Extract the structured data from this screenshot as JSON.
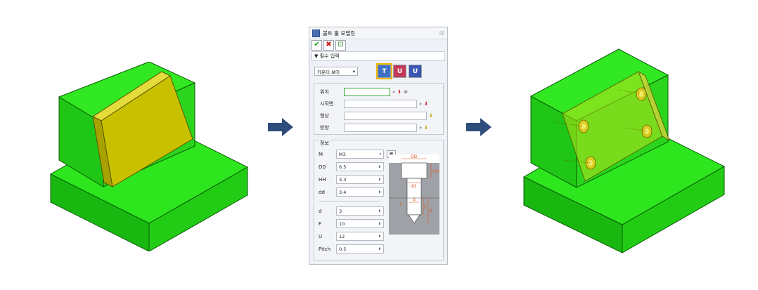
{
  "dialog": {
    "title": "볼트 홀 모델링",
    "close_glyph": "☒",
    "toolbar": {
      "ok_glyph": "✔",
      "cancel_glyph": "✖",
      "preview_glyph": "⊡"
    },
    "section_title": "▼ 필수 입력",
    "hole_type": {
      "value": "카운터 보어",
      "caret": "▾"
    },
    "type_buttons": [
      {
        "name": "counterbore",
        "glyph": "T",
        "color": "#3d6fc4",
        "selected": true
      },
      {
        "name": "drill",
        "glyph": "U",
        "color": "#c03a58",
        "selected": false
      },
      {
        "name": "tap",
        "glyph": "U",
        "color": "#3b55b0",
        "selected": false
      }
    ],
    "fields": [
      {
        "label": "위치",
        "value": ""
      },
      {
        "label": "시작면",
        "value": ""
      },
      {
        "label": "형상",
        "value": ""
      },
      {
        "label": "방향",
        "value": ""
      }
    ],
    "field_glyphs": {
      "chevron": "»",
      "pick": "⬇",
      "pin": "⊛"
    },
    "info": {
      "title": "정보",
      "params_top": [
        {
          "label": "M",
          "value": "M3",
          "kind": "combo"
        },
        {
          "label": "DD",
          "value": "6.5"
        },
        {
          "label": "HH",
          "value": "3.3"
        },
        {
          "label": "dd",
          "value": "3.4"
        }
      ],
      "params_bottom": [
        {
          "label": "d",
          "value": "3"
        },
        {
          "label": "F",
          "value": "10"
        },
        {
          "label": "U",
          "value": "12"
        },
        {
          "label": "Pitch",
          "value": "0.5"
        }
      ],
      "spin_glyph": "⬍",
      "diagram_labels": {
        "DD": "DD",
        "HH": "HH",
        "dd": "dd",
        "d": "d",
        "F": "F",
        "U": "U",
        "t": "t"
      }
    }
  },
  "colors": {
    "green": "#22d11a",
    "yellow": "#c9c100",
    "arrow": "#2e4d7b",
    "accent": "#e0592a"
  }
}
